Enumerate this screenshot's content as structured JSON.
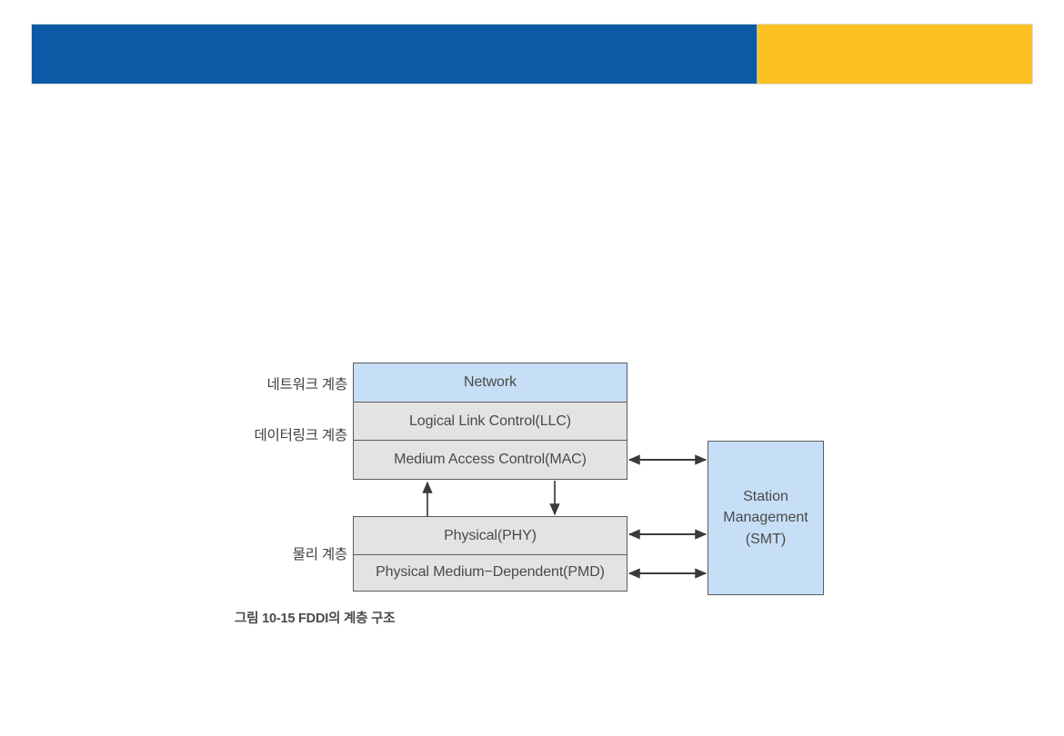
{
  "header": {
    "blue_color": "#0b5aa5",
    "yellow_color": "#fdc222"
  },
  "figure": {
    "caption": "그림 10-15  FDDI의 계층 구조",
    "side_labels": [
      {
        "id": "network",
        "text": "네트워크 계층"
      },
      {
        "id": "datalink",
        "text": "데이터링크 계층"
      },
      {
        "id": "physical",
        "text": "물리 계층"
      }
    ],
    "upper_stack": [
      {
        "id": "network",
        "text": "Network",
        "fill": "#c6dff6"
      },
      {
        "id": "llc",
        "text": "Logical Link Control(LLC)",
        "fill": "#e3e3e3"
      },
      {
        "id": "mac",
        "text": "Medium Access Control(MAC)",
        "fill": "#e3e3e3"
      }
    ],
    "lower_stack": [
      {
        "id": "phy",
        "text": "Physical(PHY)",
        "fill": "#e3e3e3"
      },
      {
        "id": "pmd",
        "text": "Physical Medium−Dependent(PMD)",
        "fill": "#e3e3e3"
      }
    ],
    "smt_box": {
      "line1": "Station",
      "line2": "Management",
      "line3": "(SMT)",
      "fill": "#c6dff6"
    },
    "connectors": {
      "mac_to_smt": "double-arrow",
      "phy_to_smt": "double-arrow",
      "pmd_to_smt": "double-arrow",
      "phy_to_mac_up": "up-arrow",
      "mac_to_phy_down": "down-arrow"
    },
    "colors": {
      "box_border": "#5c5c5c",
      "box_gray": "#e3e3e3",
      "box_blue": "#c6dff6",
      "text": "#4a4a4a"
    }
  }
}
